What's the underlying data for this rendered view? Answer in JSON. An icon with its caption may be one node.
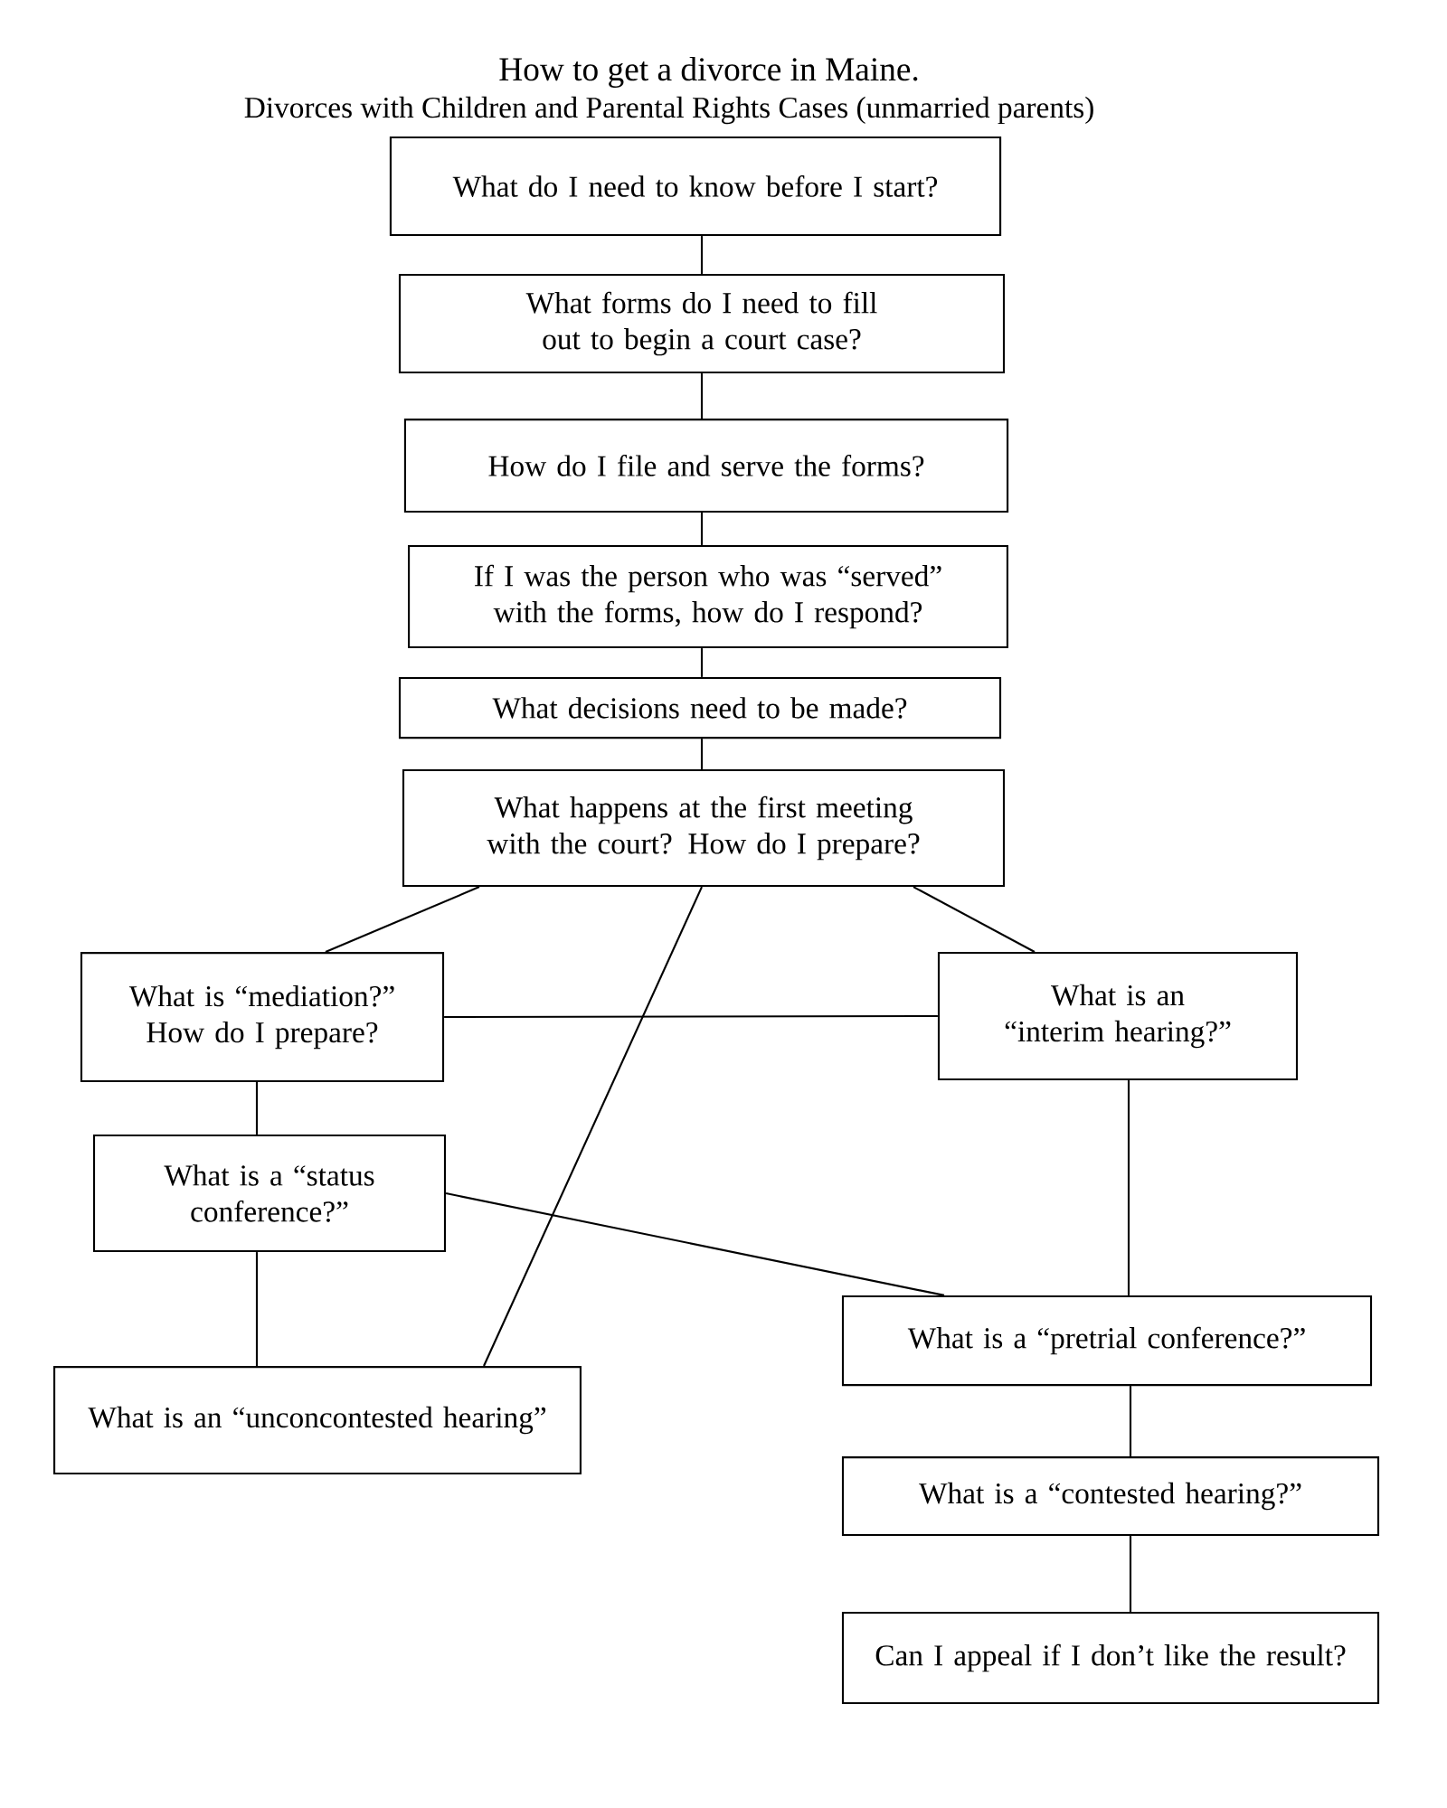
{
  "diagram": {
    "title": "How to get a divorce in Maine.",
    "nodes": [
      {
        "text": [
          "What do I need to know before I start?"
        ]
      },
      {
        "text": [
          "What forms do I need to fill out to begin a court case?"
        ]
      },
      {
        "text": [
          "How do I file and serve the forms?"
        ]
      },
      {
        "text": [
          "If I was the person who was “served” with the forms, how do I respond?"
        ]
      },
      {
        "text": [
          "What decisions need to be made?"
        ]
      },
      {
        "text": [
          "What happens at the first meeting with the court? How do I prepare?"
        ]
      },
      {
        "text": [
          "What is “mediation?” How do I prepare?"
        ]
      },
      {
        "text": [
          "What is an “interim hearing?”"
        ]
      },
      {
        "text": [
          "What is a “status conference?”"
        ]
      },
      {
        "text": [
          "What is a “pretrial conference?”"
        ]
      },
      {
        "text": [
          "What is an “unconcontested hearing”"
        ]
      },
      {
        "text": [
          "What is a “contested hearing?”"
        ]
      },
      {
        "text": [
          "Can I appeal if I don’t like the result?"
        ]
      }
    ],
    "edges": [
      {
        "from": 0,
        "to": 1,
        "arrow": "none"
      },
      {
        "from": 1,
        "to": 2,
        "arrow": "none"
      },
      {
        "from": 2,
        "to": 3,
        "arrow": "none"
      },
      {
        "from": 3,
        "to": 4,
        "arrow": "none"
      },
      {
        "from": 4,
        "to": 5,
        "arrow": "none"
      },
      {
        "from": 5,
        "to": 6,
        "arrow": "none"
      },
      {
        "from": 5,
        "to": 7,
        "arrow": "none"
      },
      {
        "from": 5,
        "to": 10,
        "arrow": "none"
      },
      {
        "from": 6,
        "to": 7,
        "arrow": "none"
      },
      {
        "from": 6,
        "to": 8,
        "arrow": "none"
      },
      {
        "from": 8,
        "to": 9,
        "arrow": "none"
      },
      {
        "from": 8,
        "to": 10,
        "arrow": "none"
      },
      {
        "from": 7,
        "to": 9,
        "arrow": "none"
      },
      {
        "from": 9,
        "to": 11,
        "arrow": "none"
      },
      {
        "from": 11,
        "to": 12,
        "arrow": "none"
      }
    ],
    "labels": [
      "Divorces with Children and Parental Rights Cases (unmarried parents)"
    ]
  }
}
